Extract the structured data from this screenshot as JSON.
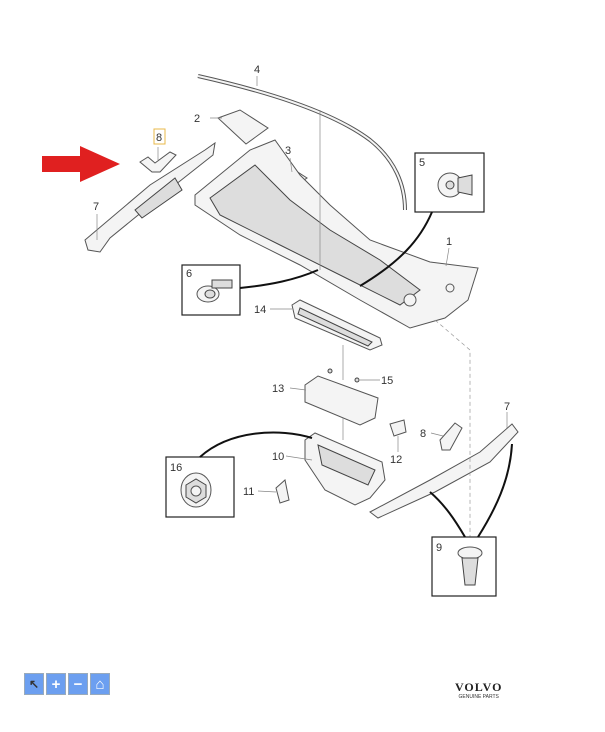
{
  "diagram": {
    "callouts": [
      "1",
      "2",
      "3",
      "4",
      "5",
      "6",
      "7",
      "7",
      "8",
      "8",
      "9",
      "10",
      "11",
      "12",
      "13",
      "14",
      "15",
      "16"
    ],
    "highlight_color": "#e8b84a",
    "arrow_color": "#e02020"
  },
  "toolbar": {
    "buttons": [
      {
        "icon": "pointer-icon",
        "glyph": "↖"
      },
      {
        "icon": "zoom-in-icon",
        "glyph": "+"
      },
      {
        "icon": "zoom-out-icon",
        "glyph": "−"
      },
      {
        "icon": "home-icon",
        "glyph": "⌂"
      }
    ]
  },
  "logo": {
    "brand": "VOLVO",
    "tagline": "GENUINE PARTS"
  }
}
